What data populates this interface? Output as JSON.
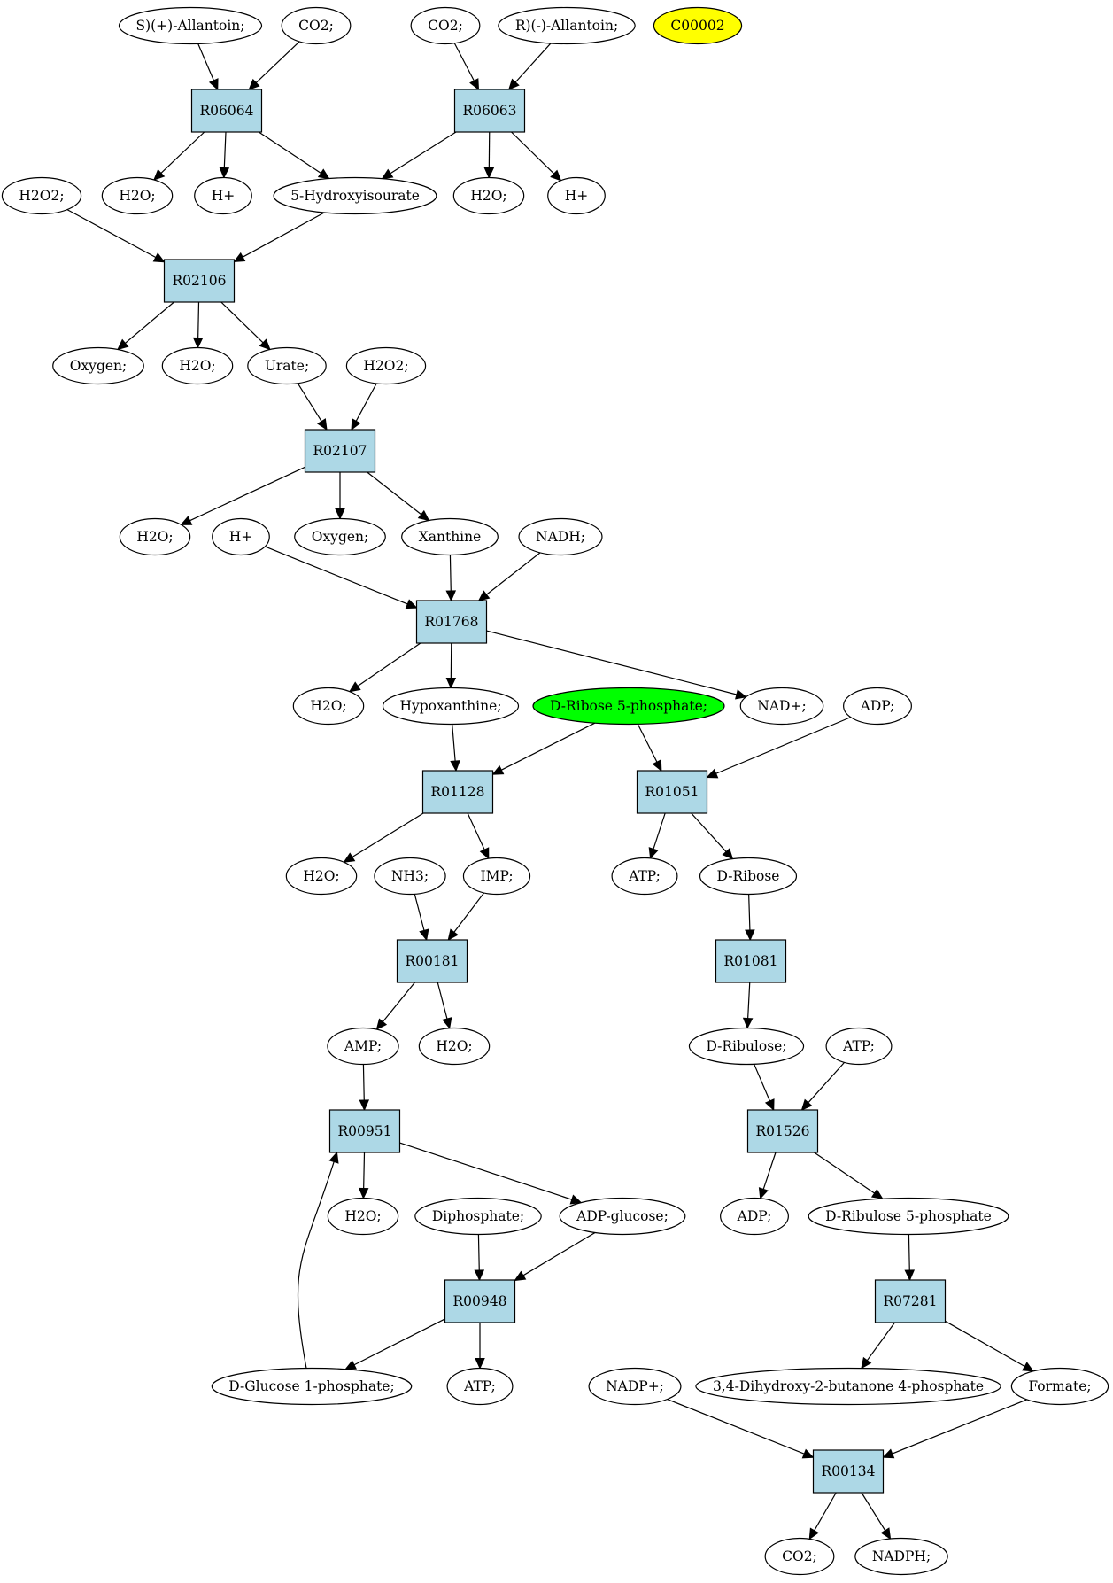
{
  "colors": {
    "reaction_fill": "#add8e6",
    "compound_fill": "#ffffff",
    "highlight_green": "#00ff00",
    "highlight_yellow": "#ffff00",
    "stroke": "#000000"
  },
  "reactions": [
    {
      "id": "R06064",
      "label": "R06064"
    },
    {
      "id": "R06063",
      "label": "R06063"
    },
    {
      "id": "R02106",
      "label": "R02106"
    },
    {
      "id": "R02107",
      "label": "R02107"
    },
    {
      "id": "R01768",
      "label": "R01768"
    },
    {
      "id": "R01128",
      "label": "R01128"
    },
    {
      "id": "R01051",
      "label": "R01051"
    },
    {
      "id": "R00181",
      "label": "R00181"
    },
    {
      "id": "R01081",
      "label": "R01081"
    },
    {
      "id": "R00951",
      "label": "R00951"
    },
    {
      "id": "R01526",
      "label": "R01526"
    },
    {
      "id": "R00948",
      "label": "R00948"
    },
    {
      "id": "R07281",
      "label": "R07281"
    },
    {
      "id": "R00134",
      "label": "R00134"
    }
  ],
  "compounds": [
    {
      "id": "c_s_allantoin",
      "label": "S)(+)-Allantoin;"
    },
    {
      "id": "c_co2_a",
      "label": "CO2;"
    },
    {
      "id": "c_co2_b",
      "label": "CO2;"
    },
    {
      "id": "c_r_allantoin",
      "label": "R)(-)-Allantoin;"
    },
    {
      "id": "c_c00002",
      "label": "C00002",
      "highlight": "yellow"
    },
    {
      "id": "c_h2o2_a",
      "label": "H2O2;"
    },
    {
      "id": "c_h2o_a",
      "label": "H2O;"
    },
    {
      "id": "c_hplus_a",
      "label": "H+"
    },
    {
      "id": "c_5hydroxy",
      "label": "5-Hydroxyisourate"
    },
    {
      "id": "c_h2o_b",
      "label": "H2O;"
    },
    {
      "id": "c_hplus_b",
      "label": "H+"
    },
    {
      "id": "c_oxygen_a",
      "label": "Oxygen;"
    },
    {
      "id": "c_h2o_c",
      "label": "H2O;"
    },
    {
      "id": "c_urate",
      "label": "Urate;"
    },
    {
      "id": "c_h2o2_b",
      "label": "H2O2;"
    },
    {
      "id": "c_h2o_d",
      "label": "H2O;"
    },
    {
      "id": "c_hplus_c",
      "label": "H+"
    },
    {
      "id": "c_oxygen_b",
      "label": "Oxygen;"
    },
    {
      "id": "c_xanthine",
      "label": "Xanthine"
    },
    {
      "id": "c_nadh",
      "label": "NADH;"
    },
    {
      "id": "c_h2o_e",
      "label": "H2O;"
    },
    {
      "id": "c_hypoxanthine",
      "label": "Hypoxanthine;"
    },
    {
      "id": "c_dribose5p",
      "label": "D-Ribose 5-phosphate;",
      "highlight": "green"
    },
    {
      "id": "c_nadplus",
      "label": "NAD+;"
    },
    {
      "id": "c_adp_a",
      "label": "ADP;"
    },
    {
      "id": "c_h2o_f",
      "label": "H2O;"
    },
    {
      "id": "c_nh3",
      "label": "NH3;"
    },
    {
      "id": "c_imp",
      "label": "IMP;"
    },
    {
      "id": "c_atp_a",
      "label": "ATP;"
    },
    {
      "id": "c_dribose",
      "label": "D-Ribose"
    },
    {
      "id": "c_amp",
      "label": "AMP;"
    },
    {
      "id": "c_h2o_g",
      "label": "H2O;"
    },
    {
      "id": "c_dribulose",
      "label": "D-Ribulose;"
    },
    {
      "id": "c_atp_b",
      "label": "ATP;"
    },
    {
      "id": "c_h2o_h",
      "label": "H2O;"
    },
    {
      "id": "c_diphosphate",
      "label": "Diphosphate;"
    },
    {
      "id": "c_adpglucose",
      "label": "ADP-glucose;"
    },
    {
      "id": "c_adp_b",
      "label": "ADP;"
    },
    {
      "id": "c_dribulose5p",
      "label": "D-Ribulose 5-phosphate"
    },
    {
      "id": "c_dglucose1p",
      "label": "D-Glucose 1-phosphate;"
    },
    {
      "id": "c_atp_c",
      "label": "ATP;"
    },
    {
      "id": "c_nadpplus",
      "label": "NADP+;"
    },
    {
      "id": "c_dihydroxy",
      "label": "3,4-Dihydroxy-2-butanone 4-phosphate"
    },
    {
      "id": "c_formate",
      "label": "Formate;"
    },
    {
      "id": "c_co2_c",
      "label": "CO2;"
    },
    {
      "id": "c_nadph",
      "label": "NADPH;"
    }
  ],
  "edges": [
    [
      "c_s_allantoin",
      "R06064"
    ],
    [
      "c_co2_a",
      "R06064"
    ],
    [
      "c_co2_b",
      "R06063"
    ],
    [
      "c_r_allantoin",
      "R06063"
    ],
    [
      "R06064",
      "c_h2o_a"
    ],
    [
      "R06064",
      "c_hplus_a"
    ],
    [
      "R06064",
      "c_5hydroxy"
    ],
    [
      "R06063",
      "c_5hydroxy"
    ],
    [
      "R06063",
      "c_h2o_b"
    ],
    [
      "R06063",
      "c_hplus_b"
    ],
    [
      "c_h2o2_a",
      "R02106"
    ],
    [
      "c_5hydroxy",
      "R02106"
    ],
    [
      "R02106",
      "c_oxygen_a"
    ],
    [
      "R02106",
      "c_h2o_c"
    ],
    [
      "R02106",
      "c_urate"
    ],
    [
      "c_urate",
      "R02107"
    ],
    [
      "c_h2o2_b",
      "R02107"
    ],
    [
      "R02107",
      "c_h2o_d"
    ],
    [
      "R02107",
      "c_oxygen_b"
    ],
    [
      "R02107",
      "c_xanthine"
    ],
    [
      "c_hplus_c",
      "R01768"
    ],
    [
      "c_xanthine",
      "R01768"
    ],
    [
      "c_nadh",
      "R01768"
    ],
    [
      "R01768",
      "c_h2o_e"
    ],
    [
      "R01768",
      "c_hypoxanthine"
    ],
    [
      "R01768",
      "c_nadplus"
    ],
    [
      "c_hypoxanthine",
      "R01128"
    ],
    [
      "c_dribose5p",
      "R01128"
    ],
    [
      "c_dribose5p",
      "R01051"
    ],
    [
      "c_adp_a",
      "R01051"
    ],
    [
      "R01128",
      "c_h2o_f"
    ],
    [
      "R01128",
      "c_imp"
    ],
    [
      "R01051",
      "c_atp_a"
    ],
    [
      "R01051",
      "c_dribose"
    ],
    [
      "c_nh3",
      "R00181"
    ],
    [
      "c_imp",
      "R00181"
    ],
    [
      "c_dribose",
      "R01081"
    ],
    [
      "R00181",
      "c_amp"
    ],
    [
      "R00181",
      "c_h2o_g"
    ],
    [
      "R01081",
      "c_dribulose"
    ],
    [
      "c_amp",
      "R00951"
    ],
    [
      "c_dribulose",
      "R01526"
    ],
    [
      "c_atp_b",
      "R01526"
    ],
    [
      "R00951",
      "c_h2o_h"
    ],
    [
      "R00951",
      "c_adpglucose"
    ],
    [
      "R01526",
      "c_adp_b"
    ],
    [
      "R01526",
      "c_dribulose5p"
    ],
    [
      "c_diphosphate",
      "R00948"
    ],
    [
      "c_adpglucose",
      "R00948"
    ],
    [
      "c_dribulose5p",
      "R07281"
    ],
    [
      "R00948",
      "c_dglucose1p"
    ],
    [
      "R00948",
      "c_atp_c"
    ],
    [
      "c_dglucose1p",
      "R00951"
    ],
    [
      "R07281",
      "c_dihydroxy"
    ],
    [
      "R07281",
      "c_formate"
    ],
    [
      "c_nadpplus",
      "R00134"
    ],
    [
      "c_formate",
      "R00134"
    ],
    [
      "R00134",
      "c_co2_c"
    ],
    [
      "R00134",
      "c_nadph"
    ]
  ]
}
